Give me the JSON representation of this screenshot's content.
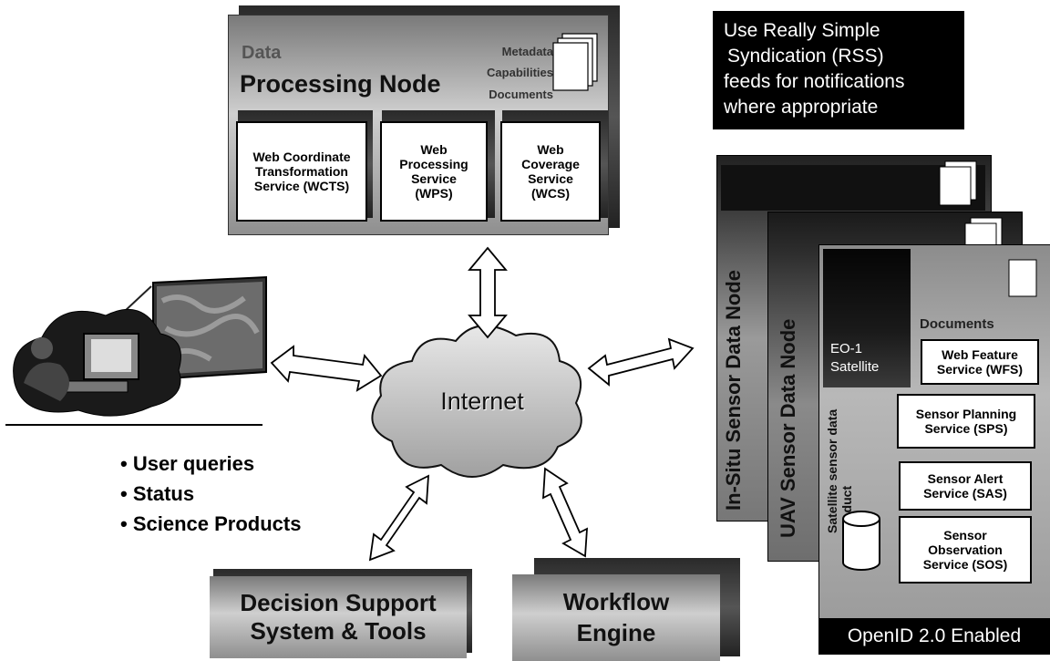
{
  "processing_node": {
    "title_partial": "Data",
    "title": "Processing Node",
    "capabilities_lines": [
      "Metadata",
      "Capabilities",
      "Documents"
    ],
    "services": [
      {
        "name": "Web Coordinate Transformation Service (WCTS)"
      },
      {
        "name": "Web Processing Service (WPS)"
      },
      {
        "name": "Web Coverage Service (WCS)"
      }
    ]
  },
  "rss_note": {
    "lines": [
      "Use Really Simple",
      "Syndication (RSS)",
      "feeds for notifications",
      "where appropriate"
    ]
  },
  "internet": {
    "label": "Internet"
  },
  "user_bullets": [
    "User queries",
    "Status",
    "Science Products"
  ],
  "bottom_boxes": {
    "decision": [
      "Decision Support",
      "System & Tools"
    ],
    "workflow": [
      "Workflow",
      "Engine"
    ]
  },
  "sensor_nodes": {
    "in_situ_label": "In-Situ Sensor Data Node",
    "uav_label": "UAV Sensor Data Node",
    "satellite_label": "EO-1 Satellite",
    "satellite_product_label": "Satellite sensor data product",
    "documents_label": "Documents",
    "services": [
      {
        "name": "Web Feature Service (WFS)"
      },
      {
        "name": "Sensor Planning Service (SPS)"
      },
      {
        "name": "Sensor Alert Service (SAS)"
      },
      {
        "name": "Sensor Observation Service (SOS)"
      }
    ],
    "openid_label": "OpenID 2.0 Enabled"
  }
}
